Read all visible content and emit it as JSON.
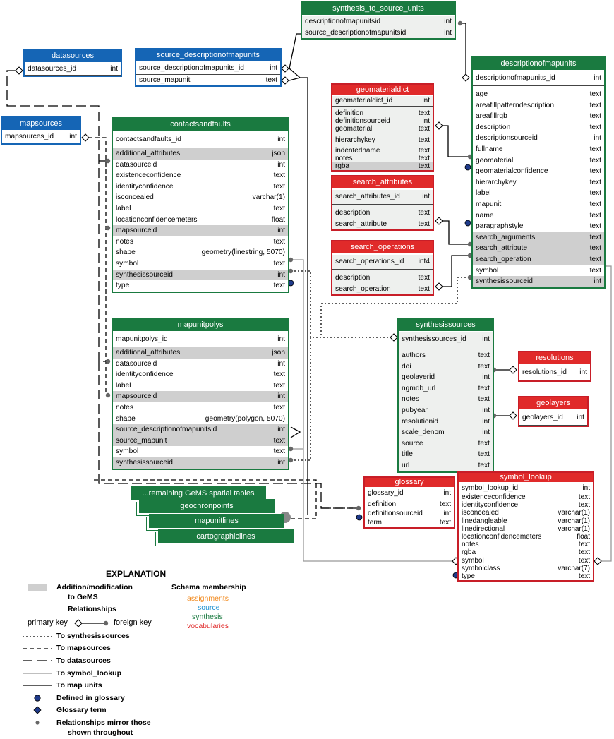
{
  "tables": {
    "synthesis_to_source_units": {
      "title": "synthesis_to_source_units",
      "fields": [
        {
          "name": "descriptionofmapunitsid",
          "type": "int"
        },
        {
          "name": "source_descriptionofmapunitsid",
          "type": "int"
        }
      ]
    },
    "datasources": {
      "title": "datasources",
      "fields": [
        {
          "name": "datasources_id",
          "type": "int"
        }
      ]
    },
    "source_descriptionofmapunits": {
      "title": "source_descriptionofmapunits",
      "fields": [
        {
          "name": "source_descriptionofmapunits_id",
          "type": "int"
        },
        {
          "name": "source_mapunit",
          "type": "text"
        }
      ]
    },
    "mapsources": {
      "title": "mapsources",
      "fields": [
        {
          "name": "mapsources_id",
          "type": "int"
        }
      ]
    },
    "contactsandfaults": {
      "title": "contactsandfaults",
      "fields": [
        {
          "name": "contactsandfaults_id",
          "type": "int"
        },
        {
          "name": "additional_attributes",
          "type": "json"
        },
        {
          "name": "datasourceid",
          "type": "int"
        },
        {
          "name": "existenceconfidence",
          "type": "text"
        },
        {
          "name": "identityconfidence",
          "type": "text"
        },
        {
          "name": "isconcealed",
          "type": "varchar(1)"
        },
        {
          "name": "label",
          "type": "text"
        },
        {
          "name": "locationconfidencemeters",
          "type": "float"
        },
        {
          "name": "mapsourceid",
          "type": "int"
        },
        {
          "name": "notes",
          "type": "text"
        },
        {
          "name": "shape",
          "type": "geometry(linestring, 5070)"
        },
        {
          "name": "symbol",
          "type": "text"
        },
        {
          "name": "synthesissourceid",
          "type": "int"
        },
        {
          "name": "type",
          "type": "text"
        }
      ]
    },
    "geomaterialdict": {
      "title": "geomaterialdict",
      "fields": [
        {
          "name": "geomaterialdict_id",
          "type": "int"
        },
        {
          "name": "definition",
          "type": "text"
        },
        {
          "name": "definitionsourceid",
          "type": "int"
        },
        {
          "name": "geomaterial",
          "type": "text"
        },
        {
          "name": "hierarchykey",
          "type": "text"
        },
        {
          "name": "indentedname",
          "type": "text"
        },
        {
          "name": "notes",
          "type": "text"
        },
        {
          "name": "rgba",
          "type": "text"
        }
      ]
    },
    "search_attributes": {
      "title": "search_attributes",
      "fields": [
        {
          "name": "search_attributes_id",
          "type": "int"
        },
        {
          "name": "description",
          "type": "text"
        },
        {
          "name": "search_attribute",
          "type": "text"
        }
      ]
    },
    "search_operations": {
      "title": "search_operations",
      "fields": [
        {
          "name": "search_operations_id",
          "type": "int4"
        },
        {
          "name": "description",
          "type": "text"
        },
        {
          "name": "search_operation",
          "type": "text"
        }
      ]
    },
    "descriptionofmapunits": {
      "title": "descriptionofmapunits",
      "fields": [
        {
          "name": "descriptionofmapunits_id",
          "type": "int"
        },
        {
          "name": "age",
          "type": "text"
        },
        {
          "name": "areafillpatterndescription",
          "type": "text"
        },
        {
          "name": "areafillrgb",
          "type": "text"
        },
        {
          "name": "description",
          "type": "text"
        },
        {
          "name": "descriptionsourceid",
          "type": "int"
        },
        {
          "name": "fullname",
          "type": "text"
        },
        {
          "name": "geomaterial",
          "type": "text"
        },
        {
          "name": "geomaterialconfidence",
          "type": "text"
        },
        {
          "name": "hierarchykey",
          "type": "text"
        },
        {
          "name": "label",
          "type": "text"
        },
        {
          "name": "mapunit",
          "type": "text"
        },
        {
          "name": "name",
          "type": "text"
        },
        {
          "name": "paragraphstyle",
          "type": "text"
        },
        {
          "name": "search_arguments",
          "type": "text"
        },
        {
          "name": "search_attribute",
          "type": "text"
        },
        {
          "name": "search_operation",
          "type": "text"
        },
        {
          "name": "symbol",
          "type": "text"
        },
        {
          "name": "synthesissourceid",
          "type": "int"
        }
      ]
    },
    "mapunitpolys": {
      "title": "mapunitpolys",
      "fields": [
        {
          "name": "mapunitpolys_id",
          "type": "int"
        },
        {
          "name": "additional_attributes",
          "type": "json"
        },
        {
          "name": "datasourceid",
          "type": "int"
        },
        {
          "name": "identityconfidence",
          "type": "text"
        },
        {
          "name": "label",
          "type": "text"
        },
        {
          "name": "mapsourceid",
          "type": "int"
        },
        {
          "name": "notes",
          "type": "text"
        },
        {
          "name": "shape",
          "type": "geometry(polygon, 5070)"
        },
        {
          "name": "source_descriptionofmapunitsid",
          "type": "int"
        },
        {
          "name": "source_mapunit",
          "type": "text"
        },
        {
          "name": "symbol",
          "type": "text"
        },
        {
          "name": "synthesissourceid",
          "type": "int"
        }
      ]
    },
    "synthesissources": {
      "title": "synthesissources",
      "fields": [
        {
          "name": "synthesissources_id",
          "type": "int"
        },
        {
          "name": "authors",
          "type": "text"
        },
        {
          "name": "doi",
          "type": "text"
        },
        {
          "name": "geolayerid",
          "type": "int"
        },
        {
          "name": "ngmdb_url",
          "type": "text"
        },
        {
          "name": "notes",
          "type": "text"
        },
        {
          "name": "pubyear",
          "type": "int"
        },
        {
          "name": "resolutionid",
          "type": "int"
        },
        {
          "name": "scale_denom",
          "type": "int"
        },
        {
          "name": "source",
          "type": "text"
        },
        {
          "name": "title",
          "type": "text"
        },
        {
          "name": "url",
          "type": "text"
        }
      ]
    },
    "resolutions": {
      "title": "resolutions",
      "fields": [
        {
          "name": "resolutions_id",
          "type": "int"
        }
      ]
    },
    "geolayers": {
      "title": "geolayers",
      "fields": [
        {
          "name": "geolayers_id",
          "type": "int"
        }
      ]
    },
    "glossary": {
      "title": "glossary",
      "fields": [
        {
          "name": "glossary_id",
          "type": "int"
        },
        {
          "name": "definition",
          "type": "text"
        },
        {
          "name": "definitionsourceid",
          "type": "int"
        },
        {
          "name": "term",
          "type": "text"
        }
      ]
    },
    "symbol_lookup": {
      "title": "symbol_lookup",
      "fields": [
        {
          "name": "symbol_lookup_id",
          "type": "int"
        },
        {
          "name": "existenceconfidence",
          "type": "text"
        },
        {
          "name": "identityconfidence",
          "type": "text"
        },
        {
          "name": "isconcealed",
          "type": "varchar(1)"
        },
        {
          "name": "linedangleable",
          "type": "varchar(1)"
        },
        {
          "name": "linedirectional",
          "type": "varchar(1)"
        },
        {
          "name": "locationconfidencemeters",
          "type": "float"
        },
        {
          "name": "notes",
          "type": "text"
        },
        {
          "name": "rgba",
          "type": "text"
        },
        {
          "name": "symbol",
          "type": "text"
        },
        {
          "name": "symbolclass",
          "type": "varchar(7)"
        },
        {
          "name": "type",
          "type": "text"
        }
      ]
    }
  },
  "stacked_tables": [
    "...remaining GeMS spatial tables",
    "geochronpoints",
    "mapunitlines",
    "cartographiclines"
  ],
  "legend": {
    "title": "EXPLANATION",
    "addition_line1": "Addition/modification",
    "addition_line2": "to GeMS",
    "relationships_title": "Relationships",
    "primary_key": "primary key",
    "foreign_key": "foreign key",
    "line_types": [
      "To synthesissources",
      "To mapsources",
      "To datasources",
      "To symbol_lookup",
      "To map units"
    ],
    "defined_in_glossary": "Defined in glossary",
    "glossary_term": "Glossary term",
    "mirror_line1": "Relationships mirror those",
    "mirror_line2": "shown throughout",
    "schema_title": "Schema membership",
    "schemas": [
      {
        "name": "assignments",
        "color": "#f28b20"
      },
      {
        "name": "source",
        "color": "#1a8fd0"
      },
      {
        "name": "synthesis",
        "color": "#1a7a40"
      },
      {
        "name": "vocabularies",
        "color": "#e02a2a"
      }
    ]
  },
  "colors": {
    "synthesis": "#1a7a40",
    "source": "#1565b5",
    "vocabularies": "#e02a2a",
    "shade": "#cfcfcf"
  }
}
